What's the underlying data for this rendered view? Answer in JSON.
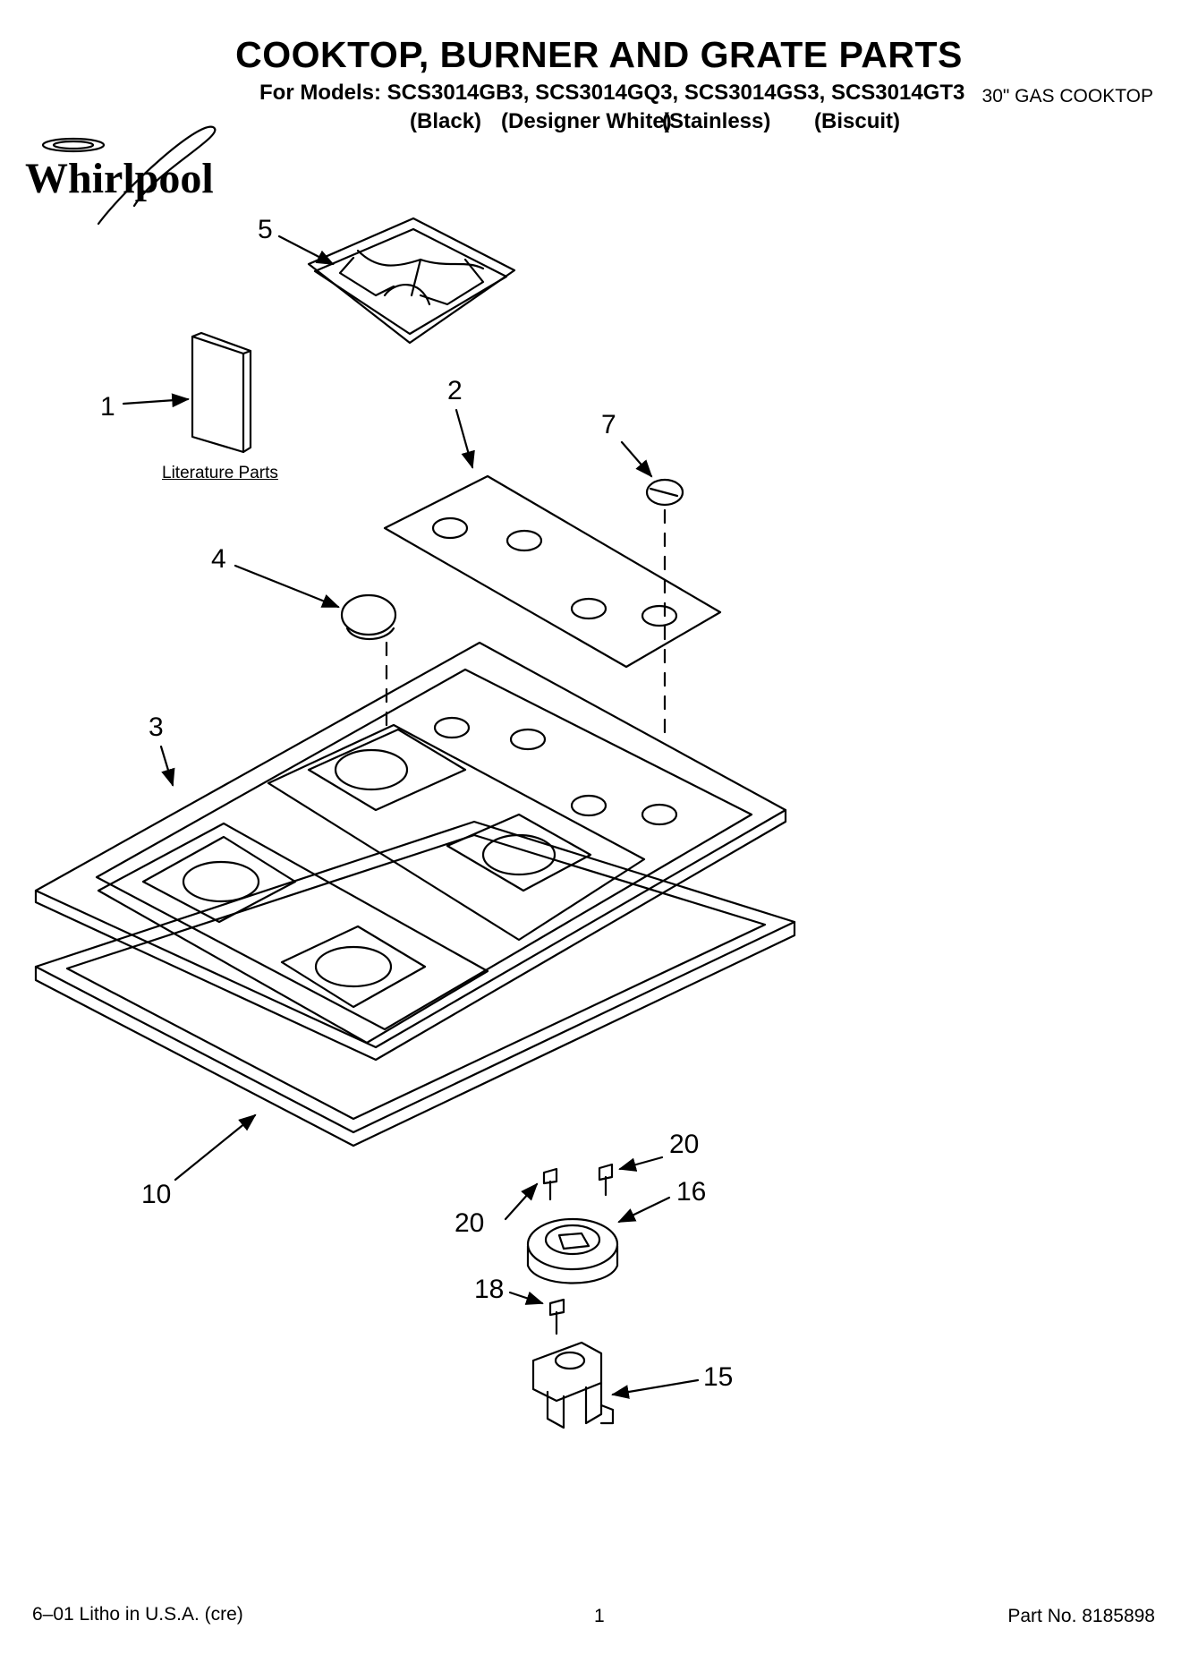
{
  "header": {
    "title": "COOKTOP, BURNER AND GRATE PARTS",
    "models_line": "For Models: SCS3014GB3, SCS3014GQ3, SCS3014GS3, SCS3014GT3",
    "color_black": "(Black)",
    "color_white": "(Designer White)",
    "color_stainless": "(Stainless)",
    "color_biscuit": "(Biscuit)",
    "subtitle": "30\" GAS COOKTOP"
  },
  "brand": {
    "logo_text": "Whirlpool"
  },
  "callouts": {
    "c1": "1",
    "c2": "2",
    "c3": "3",
    "c4": "4",
    "c5": "5",
    "c7": "7",
    "c10": "10",
    "c15": "15",
    "c16": "16",
    "c18": "18",
    "c20a": "20",
    "c20b": "20"
  },
  "labels": {
    "literature_parts": "Literature Parts"
  },
  "footer": {
    "litho": "6–01 Litho in U.S.A. (cre)",
    "page_number": "1",
    "part_number": "Part No. 8185898"
  }
}
